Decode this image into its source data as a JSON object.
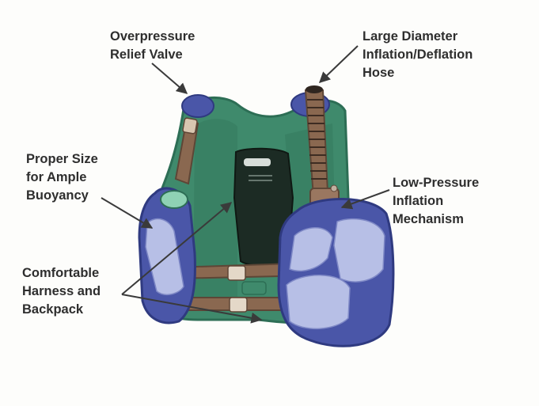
{
  "labels": {
    "overpressure_valve": [
      "Overpressure",
      "Relief Valve"
    ],
    "inflation_hose": [
      "Large Diameter",
      "Inflation/Deflation",
      "Hose"
    ],
    "buoyancy": [
      "Proper Size",
      "for Ample",
      "Buoyancy"
    ],
    "lp_inflator": [
      "Low-Pressure",
      "Inflation",
      "Mechanism"
    ],
    "harness": [
      "Comfortable",
      "Harness and",
      "Backpack"
    ]
  },
  "colors": {
    "vest_green": "#3f8a6c",
    "vest_green_dark": "#2d6e55",
    "bladder_blue": "#4a56a8",
    "bladder_light": "#b7bfe6",
    "backpack": "#1c2b24",
    "strap_brown": "#8a6850",
    "arrow": "#3a3a3a",
    "text": "#2e2e2e"
  }
}
